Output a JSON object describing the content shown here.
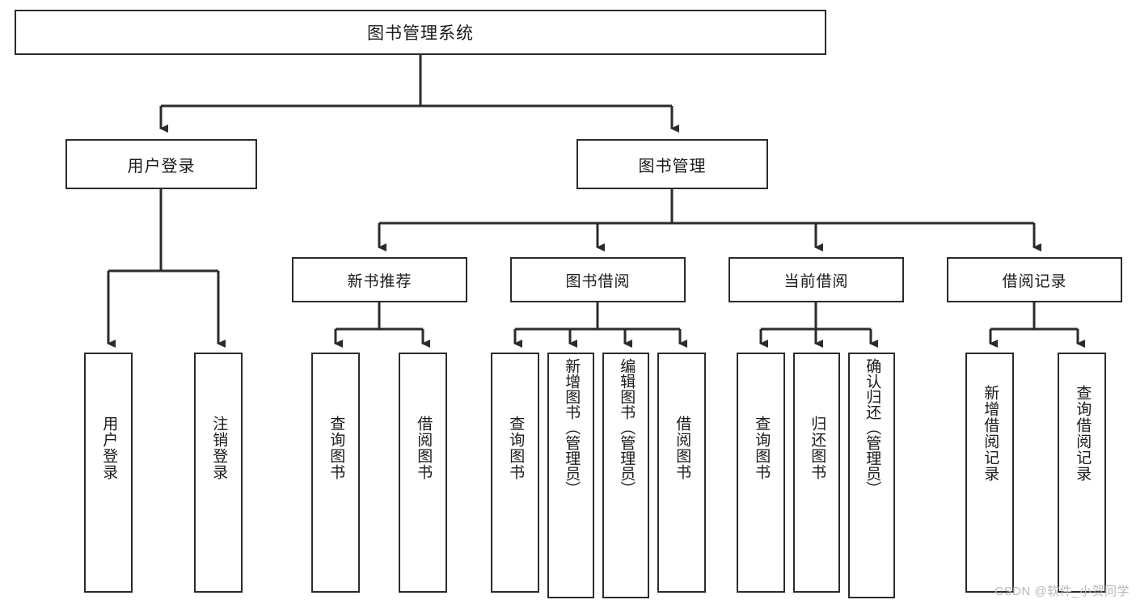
{
  "diagram": {
    "title": "图书管理系统",
    "watermark": "CSDN @软件_小贺同学",
    "accent_color": "#2b2b2b",
    "background_color": "#ffffff",
    "root": {
      "label": "图书管理系统"
    },
    "level2": [
      {
        "label": "用户登录"
      },
      {
        "label": "图书管理"
      }
    ],
    "level3": [
      {
        "label": "新书推荐"
      },
      {
        "label": "图书借阅"
      },
      {
        "label": "当前借阅"
      },
      {
        "label": "借阅记录"
      }
    ],
    "leaves": [
      {
        "label": "用户登录"
      },
      {
        "label": "注销登录"
      },
      {
        "label": "查询图书"
      },
      {
        "label": "借阅图书"
      },
      {
        "label": "查询图书"
      },
      {
        "label": "新增图书（管理员）"
      },
      {
        "label": "编辑图书（管理员）"
      },
      {
        "label": "借阅图书"
      },
      {
        "label": "查询图书"
      },
      {
        "label": "归还图书"
      },
      {
        "label": "确认归还（管理员）"
      },
      {
        "label": "新增借阅记录"
      },
      {
        "label": "查询借阅记录"
      }
    ]
  }
}
